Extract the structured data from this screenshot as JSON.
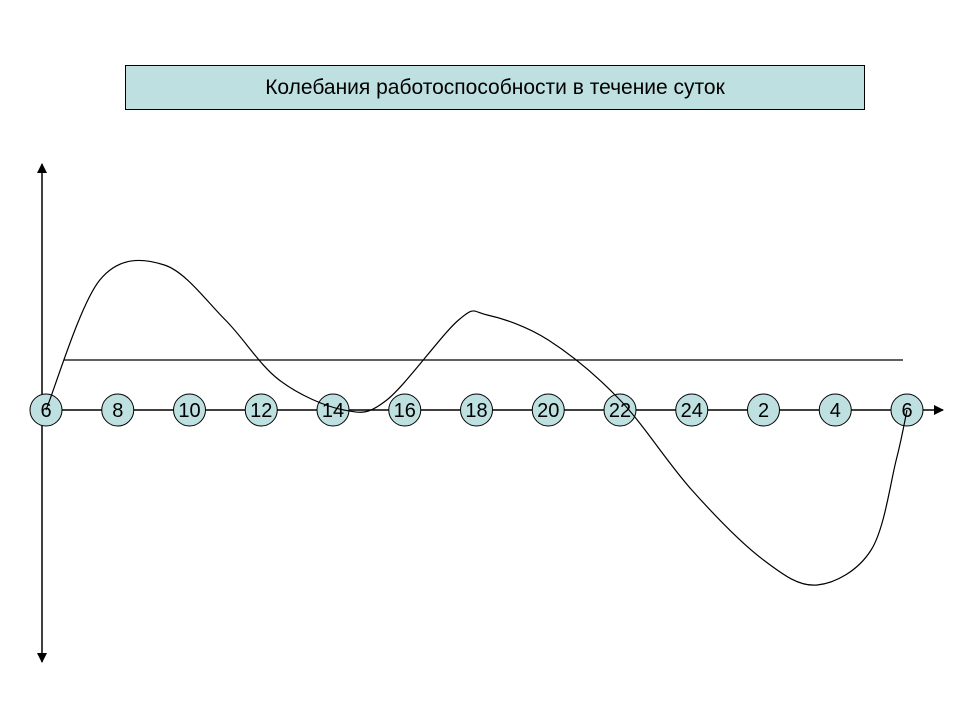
{
  "colors": {
    "title_fill": "#bfe0e0",
    "circle_fill": "#bfe0e0",
    "stroke": "#000000"
  },
  "chart_data": {
    "type": "line",
    "title": "Колебания работоспособности в течение суток",
    "xlabel": "",
    "ylabel": "",
    "tick_labels": [
      "6",
      "8",
      "10",
      "12",
      "14",
      "16",
      "18",
      "20",
      "22",
      "24",
      "2",
      "4",
      "6"
    ],
    "hours_since_start": [
      0,
      2,
      4,
      6,
      8,
      10,
      12,
      14,
      16,
      18,
      20,
      22,
      24
    ],
    "ylim": [
      -4,
      2
    ],
    "average_level": 0.5,
    "grid": false,
    "legend": "none",
    "series": [
      {
        "x": [
          0,
          1.5,
          3.3,
          5,
          6.5,
          8.3,
          9.5,
          11.5,
          12.3,
          14,
          16,
          18,
          20,
          21.5,
          23,
          23.7,
          24
        ],
        "y": [
          0,
          1.3,
          1.45,
          0.9,
          0.3,
          0,
          0.1,
          0.9,
          0.95,
          0.7,
          0.1,
          -0.8,
          -1.5,
          -1.75,
          -1.4,
          -0.5,
          0
        ]
      }
    ]
  }
}
